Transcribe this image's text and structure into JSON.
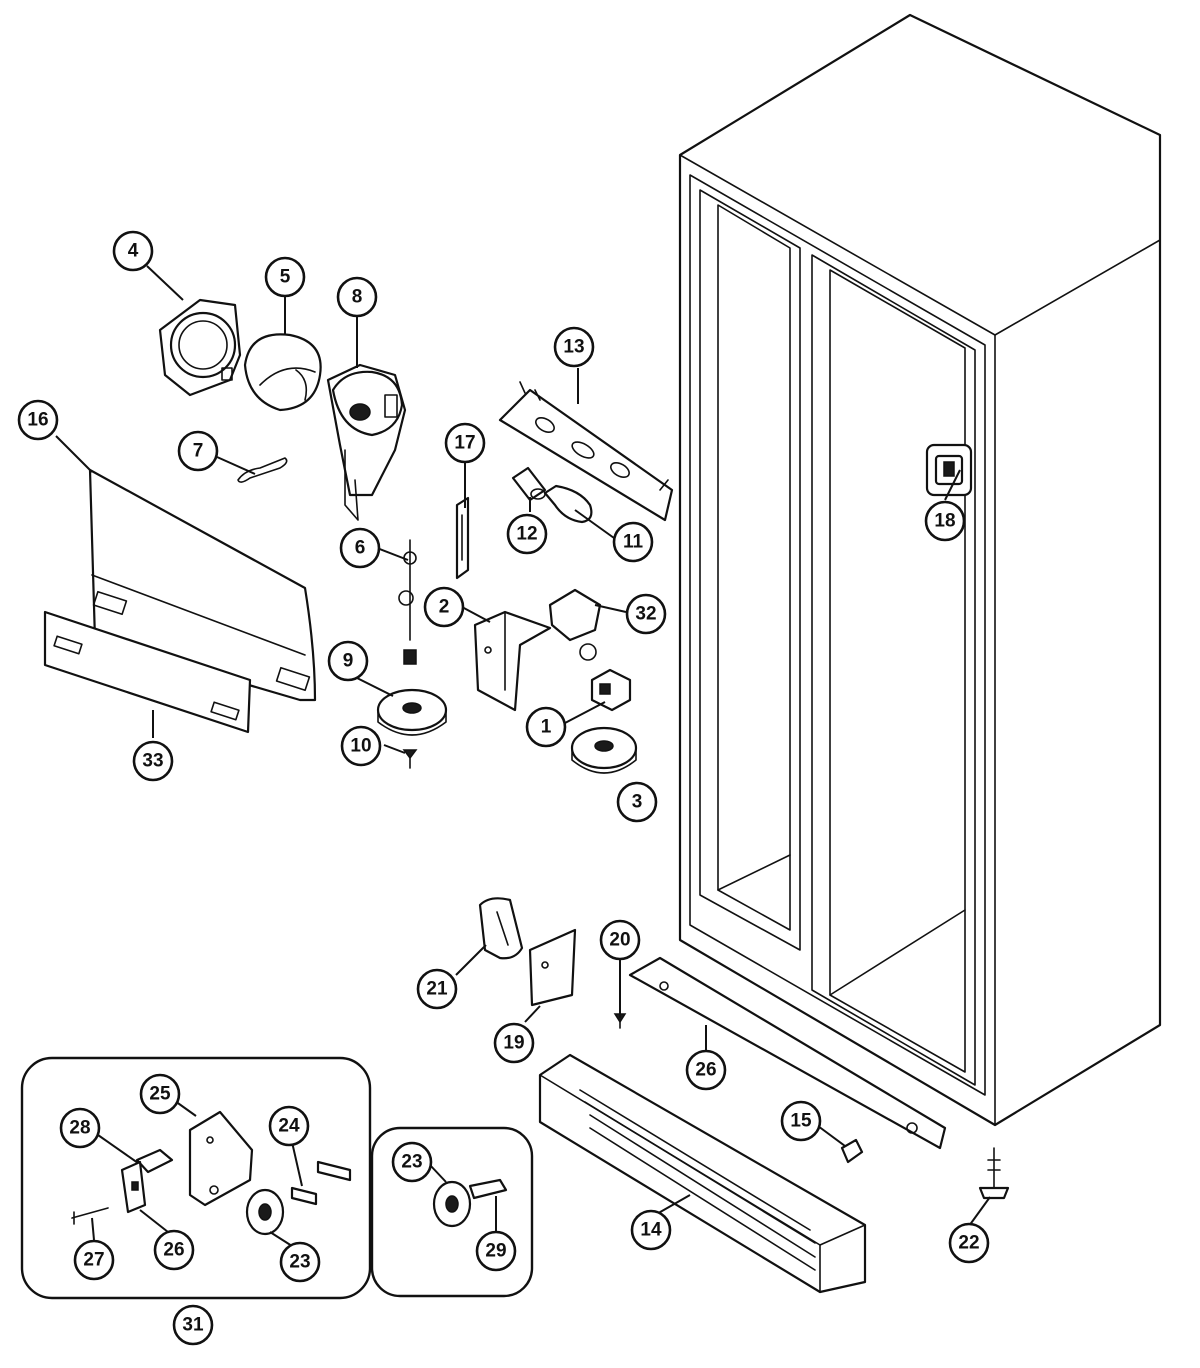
{
  "callouts": {
    "c1": "1",
    "c2": "2",
    "c3": "3",
    "c4": "4",
    "c5": "5",
    "c6": "6",
    "c7": "7",
    "c8": "8",
    "c9": "9",
    "c10": "10",
    "c11": "11",
    "c12": "12",
    "c13": "13",
    "c14": "14",
    "c15": "15",
    "c16": "16",
    "c17": "17",
    "c18": "18",
    "c19": "19",
    "c20": "20",
    "c21": "21",
    "c22": "22",
    "c23a": "23",
    "c23b": "23",
    "c24": "24",
    "c25": "25",
    "c26a": "26",
    "c26b": "26",
    "c27": "27",
    "c28": "28",
    "c29": "29",
    "c31": "31",
    "c32": "32",
    "c33": "33"
  }
}
